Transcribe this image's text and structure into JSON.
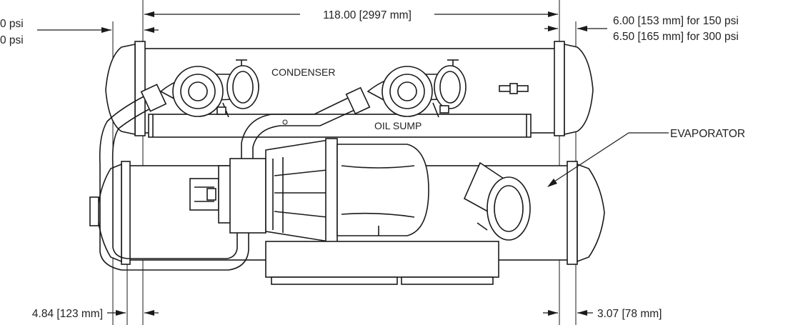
{
  "labels": {
    "condenser": "CONDENSER",
    "oil_sump": "OIL SUMP",
    "evaporator": "EVAPORATOR"
  },
  "dimensions": {
    "overall_length": "118.00 [2997 mm]",
    "right_clearance_150": "6.00 [153 mm] for 150 psi",
    "right_clearance_300": "6.50 [165 mm] for 300 psi",
    "left_clearance_150_partial": "0 psi",
    "left_clearance_300_partial": "0 psi",
    "left_tube_offset": "4.84 [123 mm]",
    "right_tube_offset": "3.07 [78 mm]"
  }
}
